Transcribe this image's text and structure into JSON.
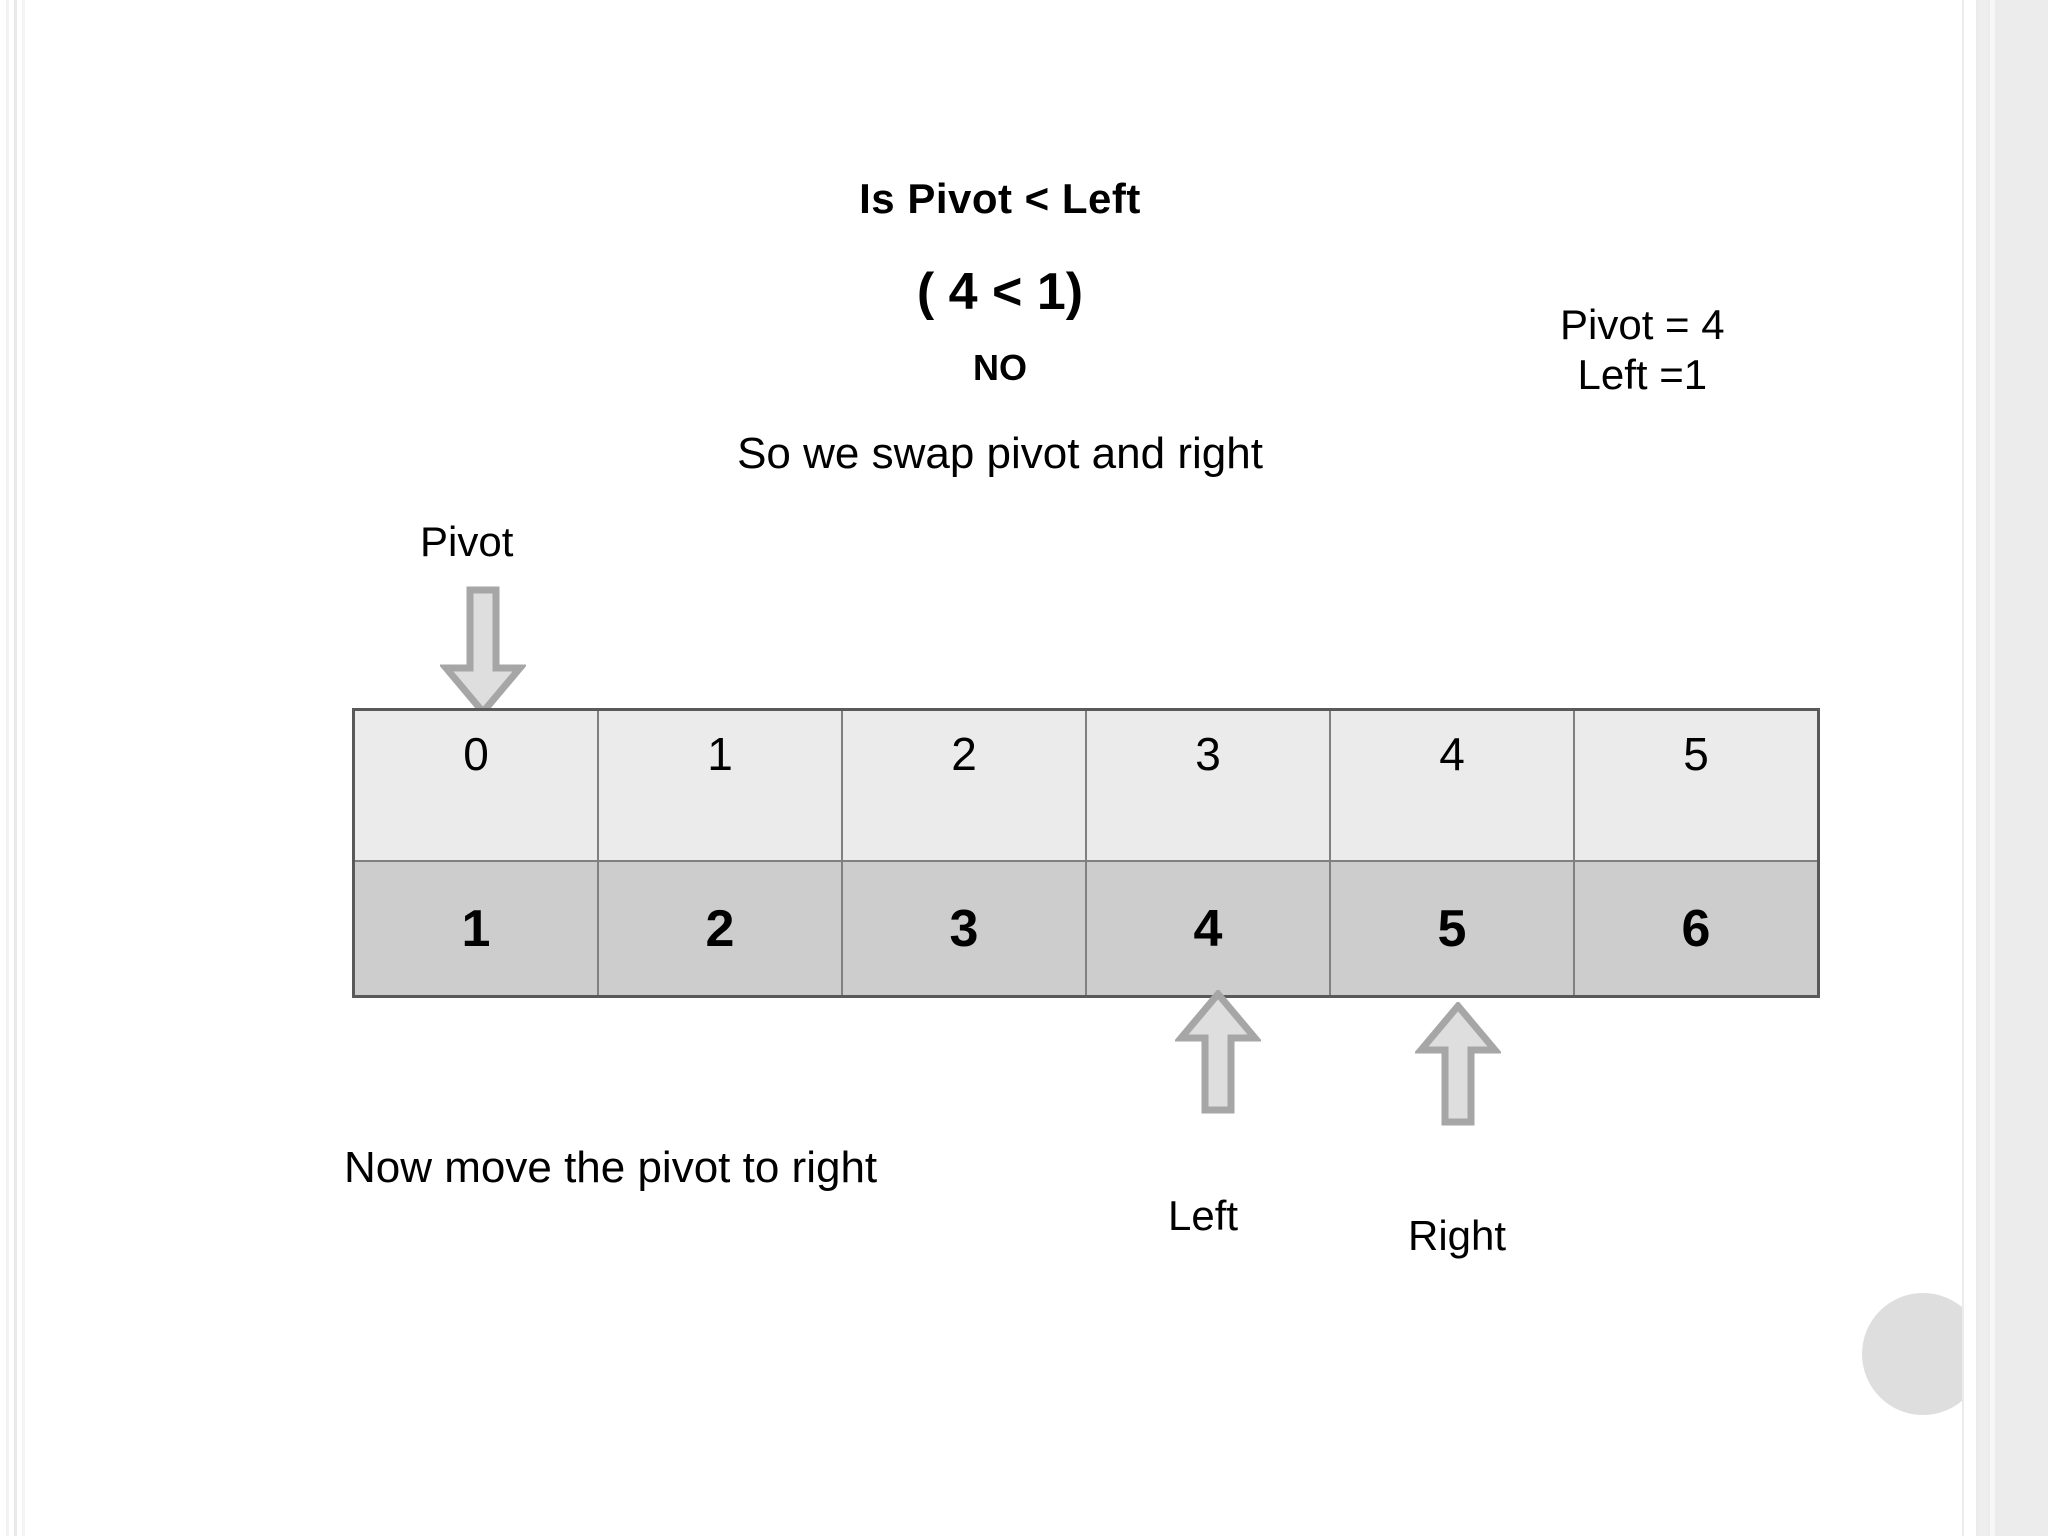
{
  "header": {
    "title_line": "Is Pivot < Left",
    "compare_line": "( 4 < 1)",
    "answer_line": "NO",
    "action_line": "So we swap pivot and right"
  },
  "legend": {
    "pivot_value": "Pivot = 4",
    "left_value": "Left =1"
  },
  "pointers": {
    "pivot_label": "Pivot",
    "left_label": "Left",
    "right_label": "Right",
    "pivot_icon": "arrow-down-icon",
    "left_icon": "arrow-up-icon",
    "right_icon": "arrow-up-icon"
  },
  "array": {
    "indices": [
      "0",
      "1",
      "2",
      "3",
      "4",
      "5"
    ],
    "values": [
      "1",
      "2",
      "3",
      "4",
      "5",
      "6"
    ],
    "pivot_index": 0,
    "left_index": 3,
    "right_index": 4
  },
  "bottom_note": "Now move the pivot to right",
  "fab": {
    "icon": "circle-button-icon"
  },
  "colors": {
    "index_row_fill": "#ebebeb",
    "value_row_fill": "#cdcdcd",
    "table_border": "#595959",
    "cell_border": "#808080",
    "arrow_fill": "#dedede",
    "arrow_stroke": "#a6a6a6",
    "fab_fill": "#dedede",
    "gutter_fill": "#ebebeb",
    "text": "#000000"
  }
}
